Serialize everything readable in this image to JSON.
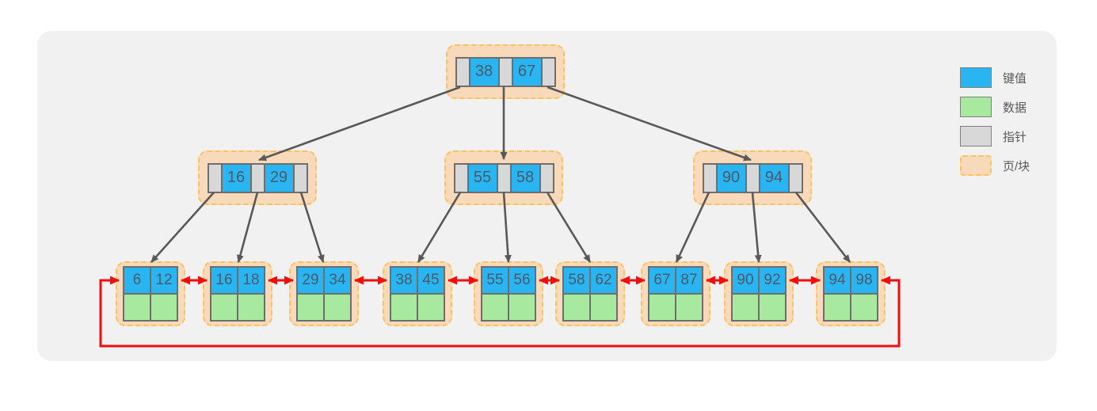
{
  "diagram": {
    "type": "b-plus-tree",
    "tree": {
      "root": {
        "keys": [
          "38",
          "67"
        ]
      },
      "internal": [
        {
          "keys": [
            "16",
            "29"
          ]
        },
        {
          "keys": [
            "55",
            "58"
          ]
        },
        {
          "keys": [
            "90",
            "94"
          ]
        }
      ],
      "leaves": [
        {
          "keys": [
            "6",
            "12"
          ]
        },
        {
          "keys": [
            "16",
            "18"
          ]
        },
        {
          "keys": [
            "29",
            "34"
          ]
        },
        {
          "keys": [
            "38",
            "45"
          ]
        },
        {
          "keys": [
            "55",
            "56"
          ]
        },
        {
          "keys": [
            "58",
            "62"
          ]
        },
        {
          "keys": [
            "67",
            "87"
          ]
        },
        {
          "keys": [
            "90",
            "92"
          ]
        },
        {
          "keys": [
            "94",
            "98"
          ]
        }
      ]
    },
    "legend": [
      {
        "label": "键值",
        "swatch": "key"
      },
      {
        "label": "数据",
        "swatch": "data"
      },
      {
        "label": "指针",
        "swatch": "pointer"
      },
      {
        "label": "页/块",
        "swatch": "page"
      }
    ],
    "colors": {
      "key": "#29b5f2",
      "data": "#a8e9a0",
      "pointer": "#d8d8d8",
      "page_fill": "#f8d9b9",
      "page_border": "#fcc35c",
      "arrow": "#595959",
      "link": "#f20c0c",
      "panel": "#f1f1f2",
      "cell_border": "#6e6e6e",
      "text": "#4a5a6a",
      "legend_text": "#595959"
    }
  }
}
